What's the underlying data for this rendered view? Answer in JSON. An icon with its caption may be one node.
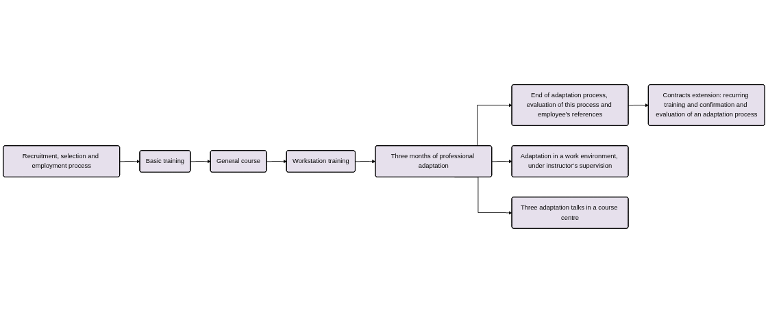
{
  "diagram": {
    "nodes": [
      {
        "text": [
          "Recruitment, selection and employment process"
        ]
      },
      {
        "text": [
          "Contracts extension: recurring training and confirmation and evaluation of an adaptation process"
        ]
      },
      {
        "text": [
          "End of adaptation process, evaluation of this process and employee’s references"
        ]
      },
      {
        "text": [
          "Basic training"
        ]
      },
      {
        "text": [
          "General course"
        ]
      },
      {
        "text": [
          "Workstation training"
        ]
      },
      {
        "text": [
          "Three months of professional adaptation"
        ]
      },
      {
        "text": [
          "Adaptation in a work environment, under instructor’s supervision"
        ]
      },
      {
        "text": [
          "Three adaptation talks in a course centre"
        ]
      }
    ],
    "edges": [
      {
        "from": 0,
        "to": 3,
        "arrow": "to"
      },
      {
        "from": 3,
        "to": 4,
        "arrow": "to"
      },
      {
        "from": 4,
        "to": 5,
        "arrow": "to"
      },
      {
        "from": 5,
        "to": 6,
        "arrow": "to"
      },
      {
        "from": 6,
        "to": 2,
        "arrow": "to"
      },
      {
        "from": 2,
        "to": 1,
        "arrow": "to"
      },
      {
        "from": 6,
        "to": 7,
        "arrow": "to"
      },
      {
        "from": 6,
        "to": 8,
        "arrow": "to"
      }
    ]
  }
}
